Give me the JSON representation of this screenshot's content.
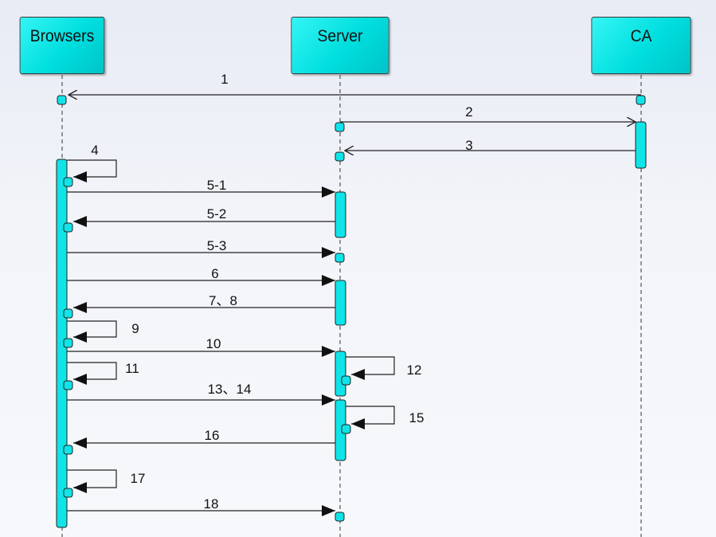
{
  "participants": [
    {
      "id": "browsers",
      "label": "Browsers"
    },
    {
      "id": "server",
      "label": "Server"
    },
    {
      "id": "ca",
      "label": "CA"
    }
  ],
  "messages": [
    {
      "label": "1",
      "from": "ca",
      "to": "browsers",
      "kind": "async"
    },
    {
      "label": "2",
      "from": "server",
      "to": "ca",
      "kind": "async"
    },
    {
      "label": "3",
      "from": "ca",
      "to": "server",
      "kind": "async"
    },
    {
      "label": "4",
      "from": "browsers",
      "to": "browsers",
      "kind": "self"
    },
    {
      "label": "5-1",
      "from": "browsers",
      "to": "server",
      "kind": "sync"
    },
    {
      "label": "5-2",
      "from": "server",
      "to": "browsers",
      "kind": "sync"
    },
    {
      "label": "5-3",
      "from": "browsers",
      "to": "server",
      "kind": "sync"
    },
    {
      "label": "6",
      "from": "browsers",
      "to": "server",
      "kind": "sync"
    },
    {
      "label": "7、8",
      "from": "server",
      "to": "browsers",
      "kind": "sync"
    },
    {
      "label": "9",
      "from": "browsers",
      "to": "browsers",
      "kind": "self"
    },
    {
      "label": "10",
      "from": "browsers",
      "to": "server",
      "kind": "sync"
    },
    {
      "label": "11",
      "from": "browsers",
      "to": "browsers",
      "kind": "self"
    },
    {
      "label": "12",
      "from": "server",
      "to": "server",
      "kind": "self"
    },
    {
      "label": "13、14",
      "from": "browsers",
      "to": "server",
      "kind": "sync"
    },
    {
      "label": "15",
      "from": "server",
      "to": "server",
      "kind": "self"
    },
    {
      "label": "16",
      "from": "server",
      "to": "browsers",
      "kind": "sync"
    },
    {
      "label": "17",
      "from": "browsers",
      "to": "browsers",
      "kind": "self"
    },
    {
      "label": "18",
      "from": "browsers",
      "to": "server",
      "kind": "sync"
    }
  ],
  "colors": {
    "actor_fill": "#00dede",
    "activation_fill": "#10e4e8",
    "line": "#222222",
    "background": "#eef1f7"
  }
}
